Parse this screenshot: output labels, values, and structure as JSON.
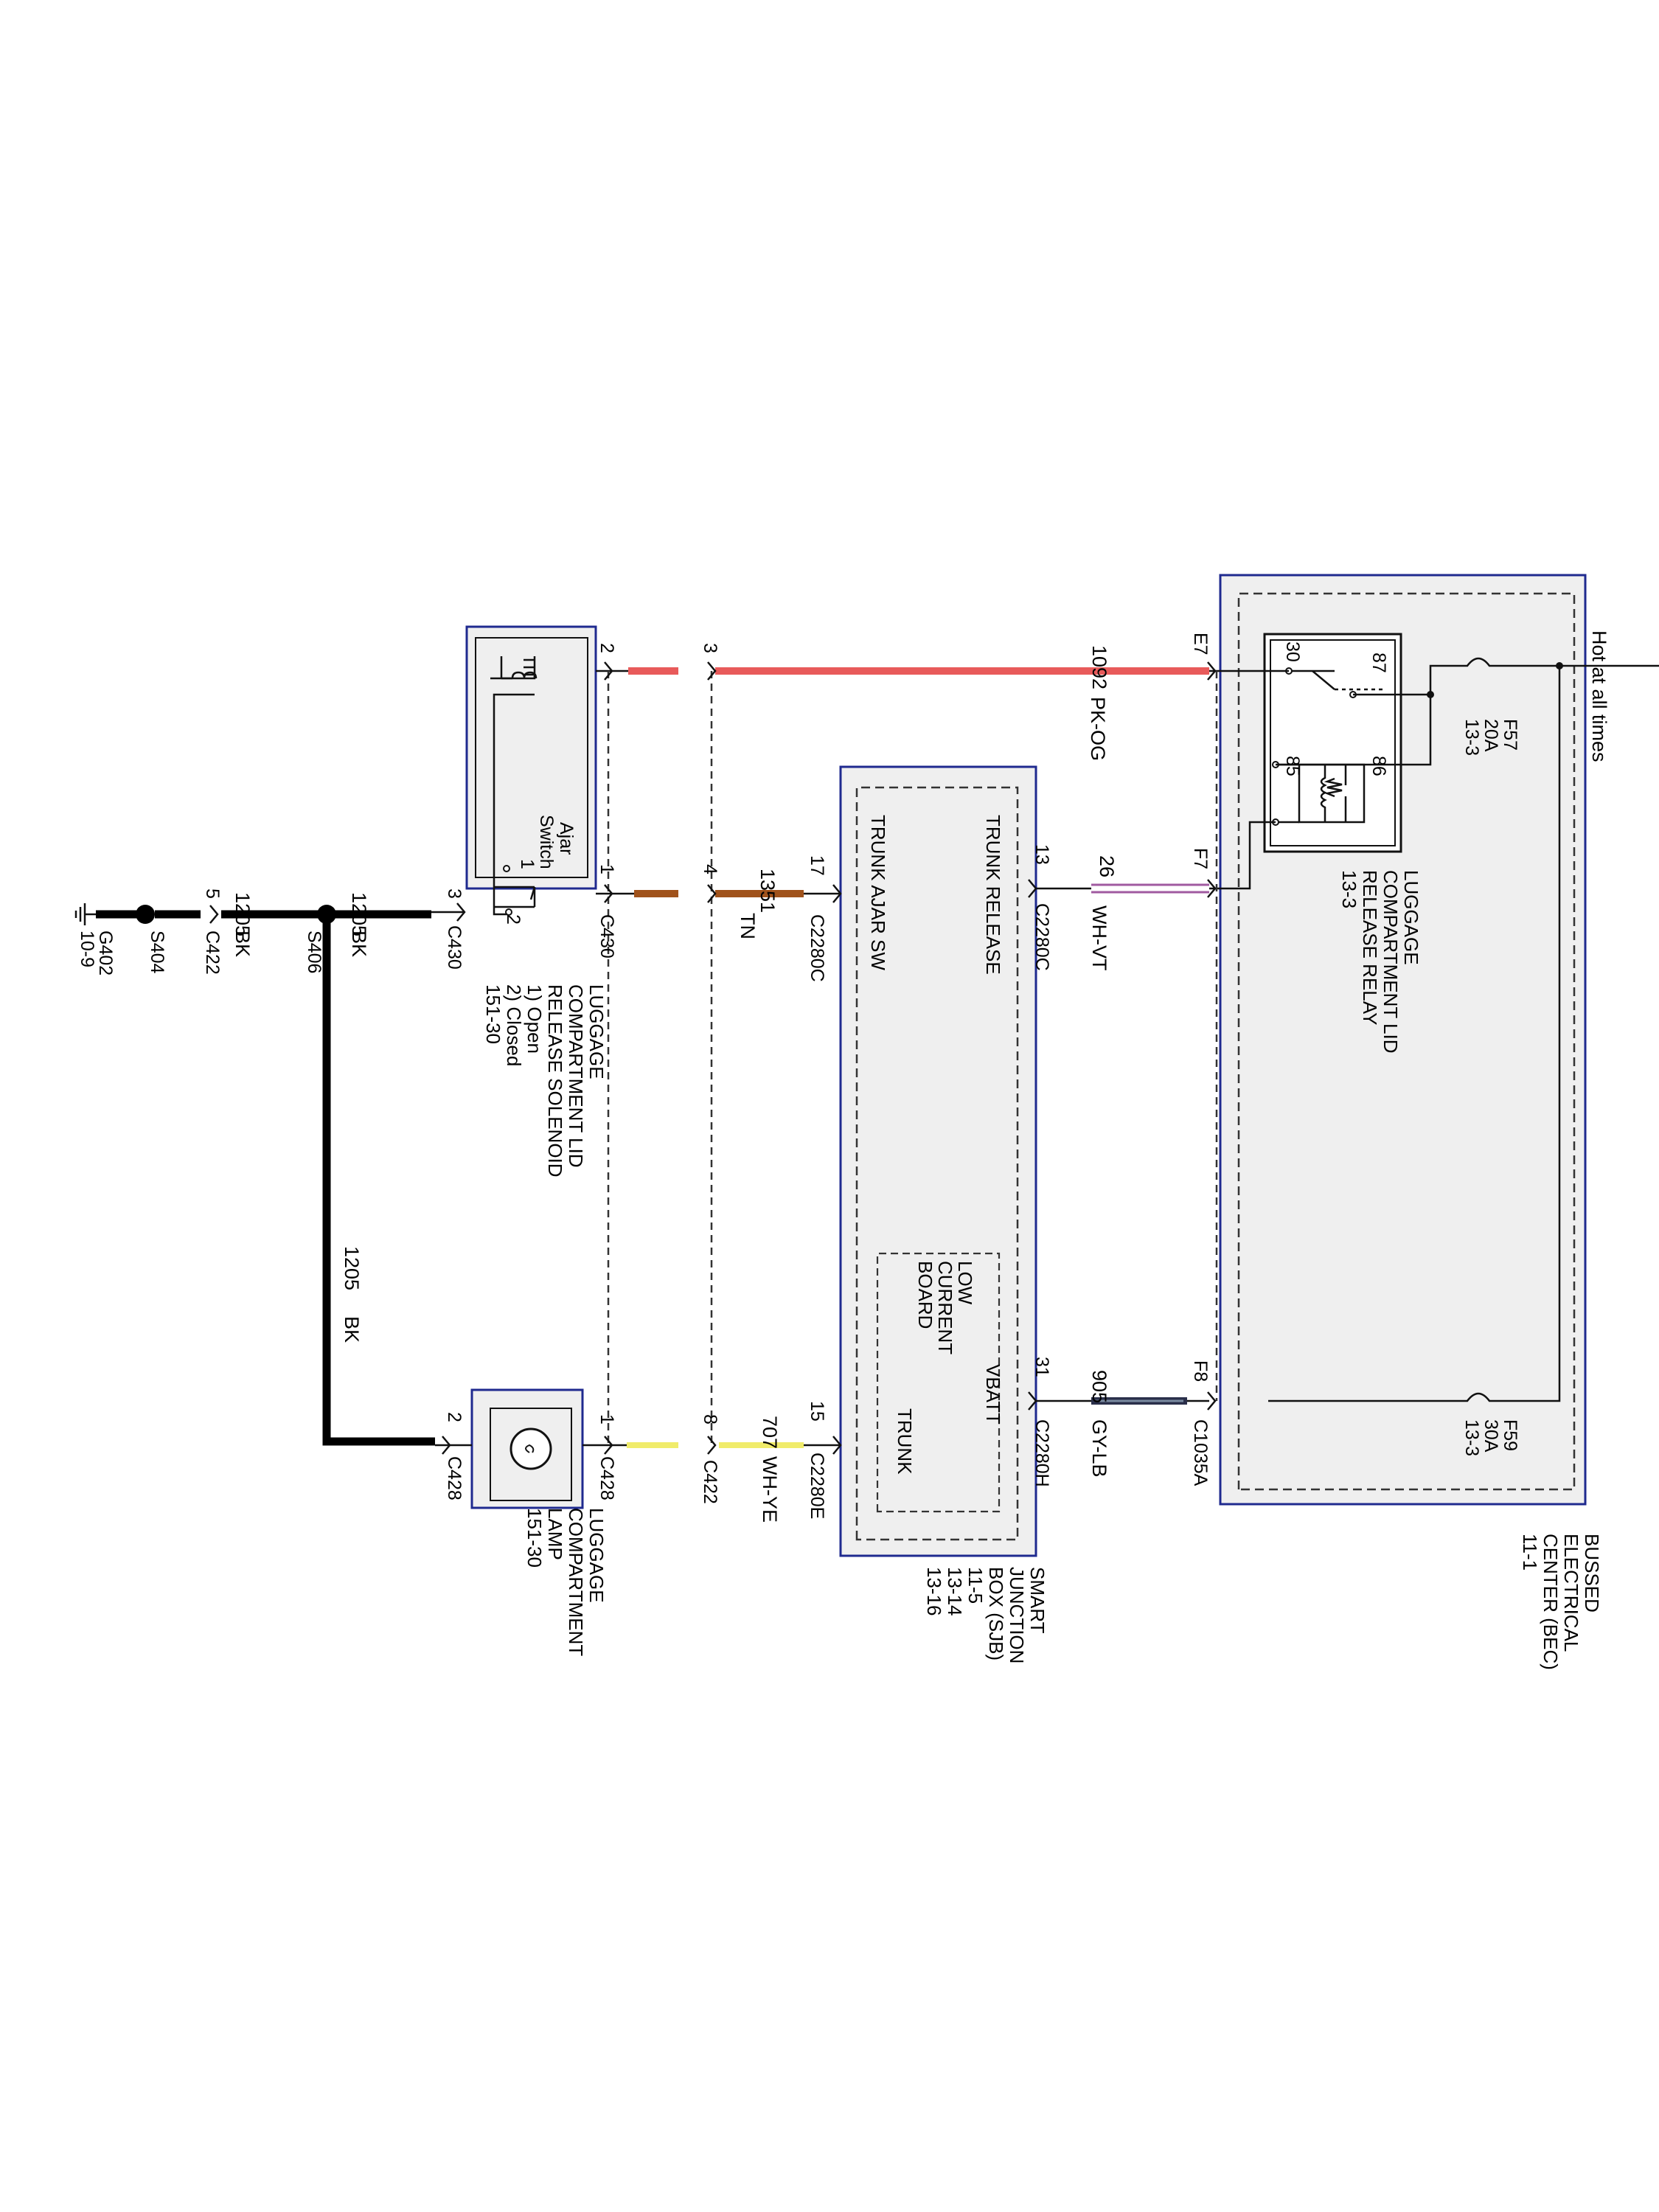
{
  "power": {
    "hot_label": "Hot at all times"
  },
  "bec": {
    "lines": [
      "BUSSED",
      "ELECTRICAL",
      "CENTER (BEC)",
      "11-1"
    ],
    "fuse_f57": [
      "F57",
      "20A",
      "13-3"
    ],
    "fuse_f59": [
      "F59",
      "30A",
      "13-3"
    ],
    "relay": {
      "lines": [
        "LUGGAGE",
        "COMPARTMENT LID",
        "RELEASE RELAY",
        "13-3"
      ],
      "pin_30": "30",
      "pin_87": "87",
      "pin_85": "85",
      "pin_86": "86"
    },
    "conn_e7": "E7",
    "conn_f7": "F7",
    "conn_f8": "F8",
    "conn_c1035a": "C1035A"
  },
  "sjb": {
    "lines": [
      "SMART",
      "JUNCTION",
      "BOX (SJB)",
      "11-5",
      "13-14",
      "13-16"
    ],
    "trunk_release": "TRUNK RELEASE",
    "trunk_ajar_sw": "TRUNK AJAR SW",
    "low_current_board": [
      "LOW",
      "CURRENT",
      "BOARD"
    ],
    "vbatt": "VBATT",
    "trunk": "TRUNK",
    "pin_13": "13",
    "conn_c2280c_1": "C2280C",
    "pin_17": "17",
    "conn_c2280c_2": "C2280C",
    "pin_31": "31",
    "conn_c2280h": "C2280H",
    "pin_15": "15",
    "conn_c2280e": "C2280E"
  },
  "wires": {
    "w1092": {
      "circuit": "1092",
      "color": "PK-OG"
    },
    "w26": {
      "circuit": "26",
      "color": "WH-VT"
    },
    "w905": {
      "circuit": "905",
      "color": "GY-LB"
    },
    "w1351": {
      "circuit": "1351",
      "color": "TN"
    },
    "w707": {
      "circuit": "707",
      "color": "WH-YE"
    },
    "w1205a": {
      "circuit": "1205",
      "color": "BK"
    },
    "w1205b": {
      "circuit": "1205",
      "color": "BK"
    },
    "w1205c": {
      "circuit": "1205",
      "color": "BK"
    }
  },
  "connectors": {
    "pin_3_top": "3",
    "pin_4": "4",
    "pin_8": "8",
    "conn_c422_mid": "C422",
    "pin_2_top": "2",
    "pin_1_top": "1",
    "pin_3_left": "3",
    "conn_c430": "C430",
    "conn_c430_b": "C430",
    "pin_1_lamp": "1",
    "conn_c428_a": "C428",
    "pin_2_lamp": "2",
    "conn_c428_b": "C428",
    "pin_5": "5",
    "conn_c422_left": "C422"
  },
  "splices": {
    "s406": "S406",
    "s404": "S404",
    "g402": [
      "G402",
      "10-9"
    ]
  },
  "solenoid": {
    "lines": [
      "LUGGAGE",
      "COMPARTMENT LID",
      "RELEASE SOLENOID",
      "1) Open",
      "2) Closed",
      "151-30"
    ],
    "switch_label": [
      "Ajar",
      "Switch"
    ],
    "pos_1": "1",
    "pos_2": "2"
  },
  "lamp": {
    "lines": [
      "LUGGAGE",
      "COMPARTMENT",
      "LAMP",
      "151-30"
    ]
  },
  "colors": {
    "box_border": "#1f2a8f",
    "box_fill": "#efefef",
    "pk_og": "#e85a5a",
    "tn": "#a0521b",
    "gy_lb": "#2a2f4a",
    "wh_vt": "#a05aa0",
    "wh_ye": "#f0ec6a",
    "bk": "#000000"
  }
}
